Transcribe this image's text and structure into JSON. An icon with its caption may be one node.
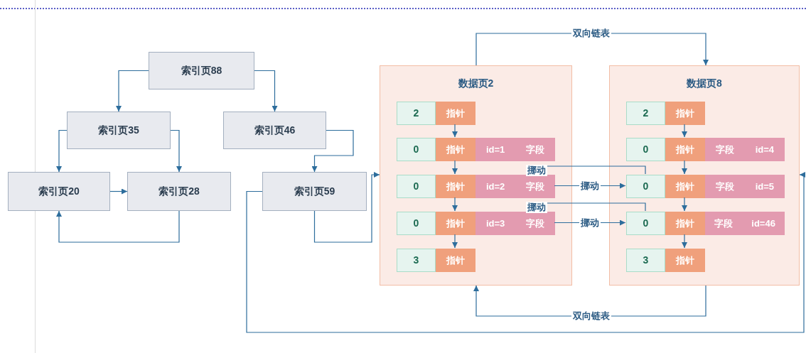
{
  "diagram": {
    "nodes": [
      {
        "text": [
          "索引页88"
        ]
      },
      {
        "text": [
          "索引页35"
        ]
      },
      {
        "text": [
          "索引页46"
        ]
      },
      {
        "text": [
          "索引页20"
        ]
      },
      {
        "text": [
          "索引页28"
        ]
      },
      {
        "text": [
          "索引页59"
        ]
      },
      {
        "text": [
          "数据页2"
        ]
      },
      {
        "text": [
          "2"
        ],
        "in": 6
      },
      {
        "text": [
          "指针"
        ],
        "in": 6
      },
      {
        "text": [
          "0"
        ],
        "in": 6
      },
      {
        "text": [
          "指针"
        ],
        "in": 6
      },
      {
        "text": [
          "id=1",
          "字段"
        ],
        "in": 6
      },
      {
        "text": [
          "0"
        ],
        "in": 6
      },
      {
        "text": [
          "指针"
        ],
        "in": 6
      },
      {
        "text": [
          "id=2",
          "字段"
        ],
        "in": 6
      },
      {
        "text": [
          "0"
        ],
        "in": 6
      },
      {
        "text": [
          "指针"
        ],
        "in": 6
      },
      {
        "text": [
          "id=3",
          "字段"
        ],
        "in": 6
      },
      {
        "text": [
          "3"
        ],
        "in": 6
      },
      {
        "text": [
          "指针"
        ],
        "in": 6
      },
      {
        "text": [
          "数据页8"
        ]
      },
      {
        "text": [
          "2"
        ],
        "in": 20
      },
      {
        "text": [
          "指针"
        ],
        "in": 20
      },
      {
        "text": [
          "0"
        ],
        "in": 20
      },
      {
        "text": [
          "指针"
        ],
        "in": 20
      },
      {
        "text": [
          "字段",
          "id=4"
        ],
        "in": 20
      },
      {
        "text": [
          "0"
        ],
        "in": 20
      },
      {
        "text": [
          "指针"
        ],
        "in": 20
      },
      {
        "text": [
          "字段",
          "id=5"
        ],
        "in": 20
      },
      {
        "text": [
          "0"
        ],
        "in": 20
      },
      {
        "text": [
          "指针"
        ],
        "in": 20
      },
      {
        "text": [
          "字段",
          "id=46"
        ],
        "in": 20
      },
      {
        "text": [
          "3"
        ],
        "in": 20
      },
      {
        "text": [
          "指针"
        ],
        "in": 20
      }
    ],
    "edges": [
      {
        "from": 0,
        "to": 1,
        "arrow": "to"
      },
      {
        "from": 0,
        "to": 2,
        "arrow": "to"
      },
      {
        "from": 1,
        "to": 3,
        "arrow": "to"
      },
      {
        "from": 1,
        "to": 4,
        "arrow": "to"
      },
      {
        "from": 3,
        "to": 4,
        "arrow": "to"
      },
      {
        "from": 4,
        "to": 3,
        "arrow": "to"
      },
      {
        "from": 2,
        "to": 5,
        "arrow": "to"
      },
      {
        "from": 5,
        "to": 6,
        "arrow": "to"
      },
      {
        "from": 5,
        "to": 20,
        "arrow": "to"
      },
      {
        "from": 6,
        "to": 20,
        "arrow": "to",
        "label": "双向链表"
      },
      {
        "from": 20,
        "to": 6,
        "arrow": "to",
        "label": "双向链表"
      },
      {
        "from": 8,
        "to": 10,
        "arrow": "to"
      },
      {
        "from": 10,
        "to": 13,
        "arrow": "to"
      },
      {
        "from": 13,
        "to": 16,
        "arrow": "to"
      },
      {
        "from": 16,
        "to": 19,
        "arrow": "to"
      },
      {
        "from": 22,
        "to": 24,
        "arrow": "to"
      },
      {
        "from": 24,
        "to": 27,
        "arrow": "to"
      },
      {
        "from": 27,
        "to": 30,
        "arrow": "to"
      },
      {
        "from": 30,
        "to": 33,
        "arrow": "to"
      },
      {
        "from": 26,
        "to": 14,
        "arrow": "to",
        "label": "挪动"
      },
      {
        "from": 14,
        "to": 26,
        "arrow": "to",
        "label": "挪动"
      },
      {
        "from": 29,
        "to": 17,
        "arrow": "to",
        "label": "挪动"
      },
      {
        "from": 17,
        "to": 29,
        "arrow": "to",
        "label": "挪动"
      }
    ]
  }
}
